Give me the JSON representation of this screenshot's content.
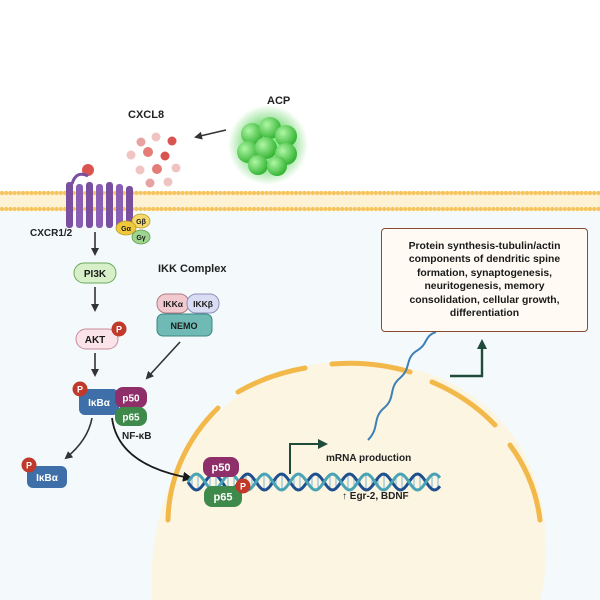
{
  "labels": {
    "acp": "ACP",
    "cxcl8": "CXCL8",
    "receptor": "CXCR1/2",
    "g_beta": "Gβ",
    "g_alpha": "Gα",
    "g_gamma": "Gγ",
    "pi3k": "PI3K",
    "akt": "AKT",
    "phospho": "P",
    "ikk_complex": "IKK Complex",
    "ikk_alpha": "IKKα",
    "ikk_beta": "IKKβ",
    "nemo": "NEMO",
    "ikba": "IκBα",
    "p50": "p50",
    "p65": "p65",
    "nfkb": "NF-κB",
    "mrna_production": "mRNA production",
    "target_genes": "↑ Egr-2, BDNF"
  },
  "outcome_box": {
    "lines": [
      "Protein synthesis-tubulin/actin",
      "components of dendritic spine",
      "formation, synaptogenesis,",
      "neuritogenesis, memory",
      "consolidation, cellular growth,",
      "differentiation"
    ]
  },
  "colors": {
    "membrane": "#f5c45e",
    "receptor": "#7a4fa0",
    "acp": "#3ec93e",
    "cxcl8": "#d9534f",
    "phospho": "#c0392b",
    "ikba": "#3f6fa8",
    "p50": "#8e2f6a",
    "p65": "#3e8a4a",
    "nemo": "#6fbab4",
    "nucleus": "#fbf5e2",
    "dna_blue": "#1f4f8f",
    "dna_teal": "#4aa3b4",
    "arrow": "#333333",
    "dark_green_arrow": "#1e4b3a"
  }
}
